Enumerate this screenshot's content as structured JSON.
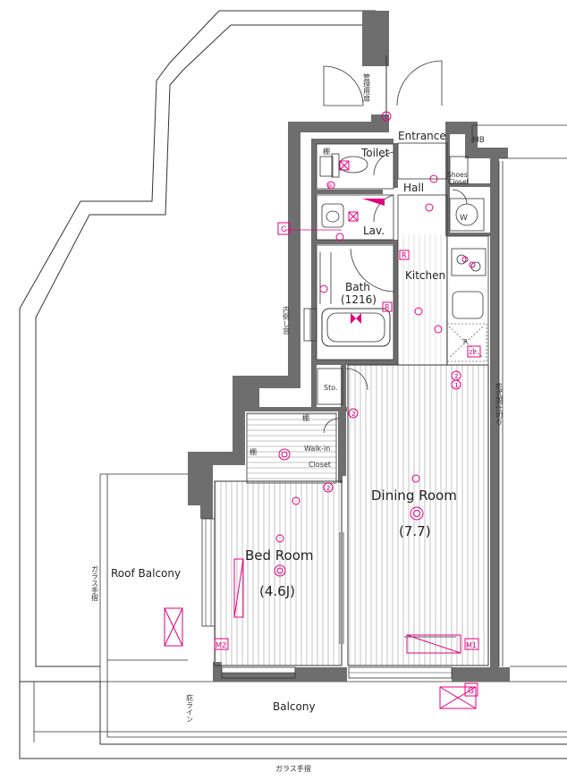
{
  "rooms": {
    "entrance": "Entrance",
    "mb": "MB",
    "toilet": "Toilet",
    "hall": "Hall",
    "shoes_closet_line1": "Shoes",
    "shoes_closet_line2": "Closet",
    "lav": "Lav.",
    "kitchen": "Kitchen",
    "bath": "Bath",
    "bath_size": "(1216)",
    "sto": "Sto.",
    "walkin_line1": "Walk-in",
    "walkin_line2": "Closet",
    "dining": "Dining Room",
    "dining_size": "(7.7)",
    "bed": "Bed Room",
    "bed_size": "(4.6J)",
    "roof_balcony": "Roof Balcony",
    "balcony": "Balcony"
  },
  "japanese_labels": {
    "kanri": "管理用扉",
    "uchitaoshi": "内倒し窓",
    "kanshiki": "乾式間仕切り",
    "garasu_vertical": "ガラス手摺",
    "garasu_bottom": "ガラス手摺",
    "hisashi": "庇ライン",
    "tana_toilet": "棚",
    "tana_walkin_top": "棚",
    "tana_walkin_left": "棚"
  },
  "markers": {
    "c": "C",
    "g": "G",
    "m1": "M1",
    "m2": "M2",
    "r1": "R",
    "r2": "R",
    "r3": "R",
    "w": "W",
    "n1_entrance": "1",
    "n2_kitchen": "2",
    "n1_kitchen": "1",
    "n2_closet": "2",
    "n2_bed": "2",
    "n2e": "2E",
    "b": "B"
  },
  "colors": {
    "wall": "#6e6e6e",
    "line": "#333333",
    "accent": "#e4007f",
    "background": "#ffffff"
  }
}
